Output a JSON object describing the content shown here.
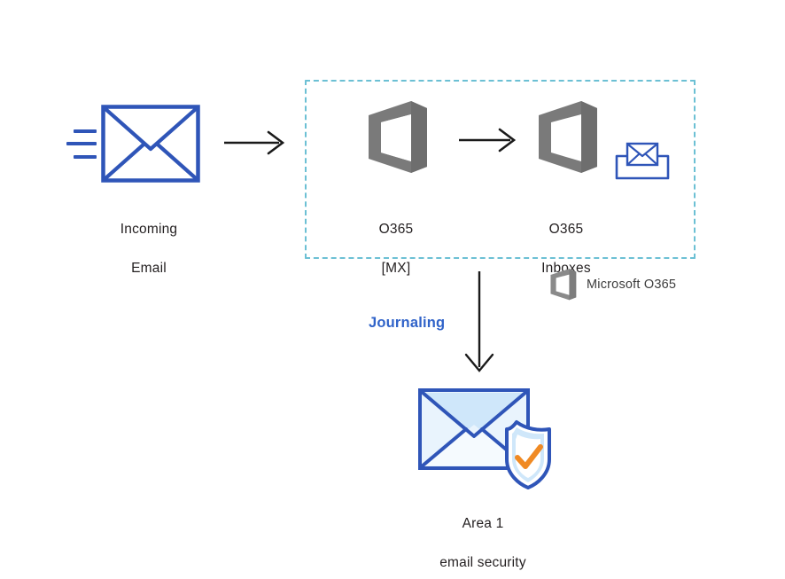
{
  "diagram": {
    "title": "Office 365 email journaling to Area 1 email security",
    "background": "#ffffff",
    "colors": {
      "envelope_blue": "#2f55b8",
      "arrow_black": "#1a1a1a",
      "zone_dashed_teal": "#6cc0d4",
      "o365_gray": "#7a7a7a",
      "journaling_blue": "#3063c9",
      "shield_orange": "#f08a24",
      "envelope_fill_light": "#d8ecfb",
      "text_dark": "#231f20"
    }
  },
  "nodes": {
    "incoming_email": {
      "icon": "envelope-icon",
      "label_line1": "Incoming",
      "label_line2": "Email"
    },
    "o365_mx": {
      "icon": "office365-logo-icon",
      "label_line1": "O365",
      "label_line2": "[MX]"
    },
    "o365_inboxes": {
      "icon": "office365-logo-icon",
      "secondary_icon": "inbox-tray-icon",
      "label_line1": "O365",
      "label_line2": "Inboxes"
    },
    "area1": {
      "icon": "secure-email-shield-icon",
      "label_line1": "Area 1",
      "label_line2": "email security"
    }
  },
  "edges": {
    "incoming_to_mx": {
      "icon": "arrow-right-icon",
      "label": ""
    },
    "mx_to_inboxes": {
      "icon": "arrow-right-icon",
      "label": ""
    },
    "inboxes_to_area1": {
      "icon": "arrow-down-icon",
      "label": "Journaling"
    }
  },
  "zone": {
    "name": "o365-boundary",
    "style": "dashed"
  },
  "legend": {
    "icon": "office365-logo-icon",
    "label": "Microsoft O365"
  }
}
